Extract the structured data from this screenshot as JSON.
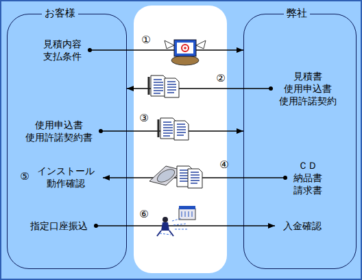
{
  "diagram": {
    "nodes": [
      {
        "text": [
          "お客様"
        ]
      },
      {
        "text": [
          "見積内容 支払条件"
        ],
        "in": 0
      },
      {
        "text": [
          "使用申込書 使用許諾契約書"
        ],
        "in": 0
      },
      {
        "text": [
          "インストール 動作確認"
        ],
        "in": 0
      },
      {
        "text": [
          "指定口座振込"
        ],
        "in": 0
      },
      {
        "text": [
          "弊社"
        ]
      },
      {
        "text": [
          "見積書 使用申込書 使用許諾契約"
        ],
        "in": 5
      },
      {
        "text": [
          "ＣＤ 納品書 請求書"
        ],
        "in": 5
      },
      {
        "text": [
          "入金確認"
        ],
        "in": 5
      }
    ],
    "edges": [
      {
        "from": 1,
        "to": 5,
        "arrow": "to",
        "label": "①"
      },
      {
        "from": 6,
        "to": 0,
        "arrow": "to",
        "label": "②"
      },
      {
        "from": 2,
        "to": 5,
        "arrow": "to",
        "label": "③"
      },
      {
        "from": 7,
        "to": 3,
        "arrow": "to",
        "label": "④"
      },
      {
        "from": 4,
        "to": 8,
        "arrow": "to",
        "label": "⑥"
      }
    ],
    "labels": [
      "⑤"
    ]
  }
}
